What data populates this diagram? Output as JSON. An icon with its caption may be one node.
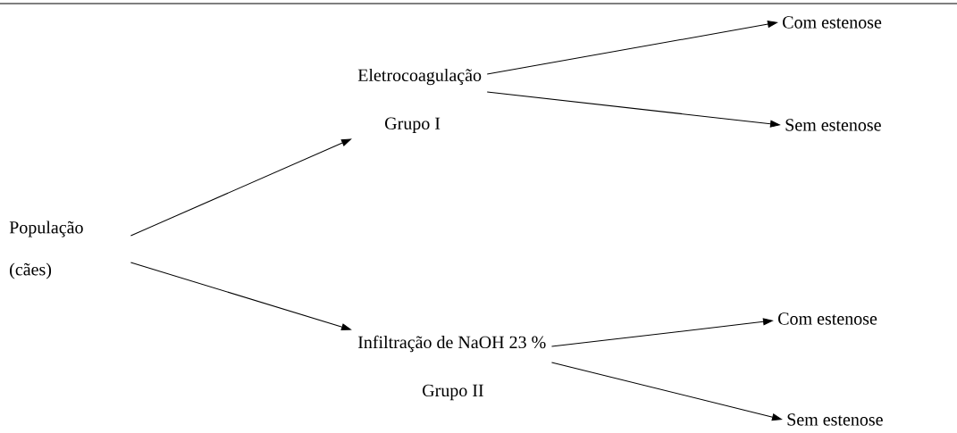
{
  "diagram": {
    "nodes": [
      {
        "text": [
          "População (cães)"
        ]
      },
      {
        "text": [
          "Eletrocoagulação",
          "Grupo I"
        ]
      },
      {
        "text": [
          "Infiltração de NaOH 23 %",
          "Grupo II"
        ]
      },
      {
        "text": [
          "Com estenose"
        ]
      },
      {
        "text": [
          "Sem estenose"
        ]
      },
      {
        "text": [
          "Com estenose"
        ]
      },
      {
        "text": [
          "Sem estenose"
        ]
      }
    ],
    "edges": [
      {
        "from": 0,
        "to": 1,
        "arrow": "to"
      },
      {
        "from": 0,
        "to": 2,
        "arrow": "to"
      },
      {
        "from": 1,
        "to": 3,
        "arrow": "to"
      },
      {
        "from": 1,
        "to": 4,
        "arrow": "to"
      },
      {
        "from": 2,
        "to": 5,
        "arrow": "to"
      },
      {
        "from": 2,
        "to": 6,
        "arrow": "to"
      }
    ]
  }
}
